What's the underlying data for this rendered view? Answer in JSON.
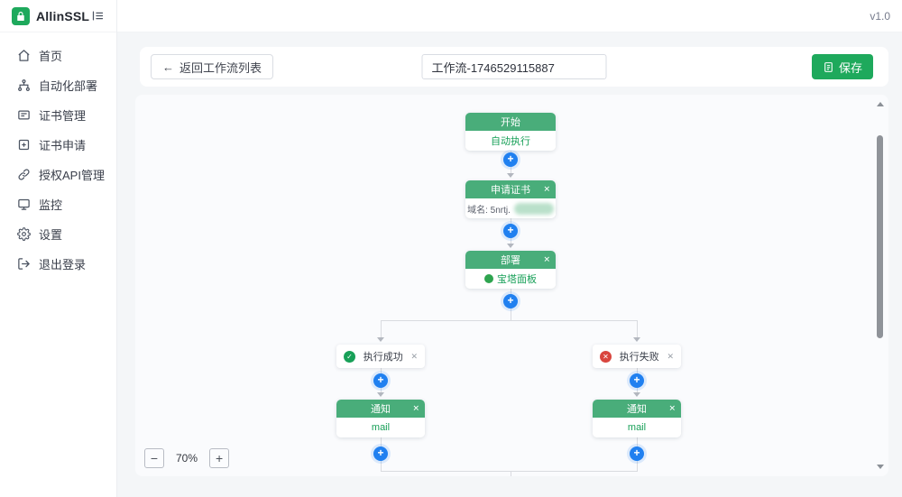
{
  "app": {
    "name": "AllinSSL",
    "version": "v1.0"
  },
  "sidebar": {
    "items": [
      {
        "id": "home",
        "label": "首页"
      },
      {
        "id": "auto-deploy",
        "label": "自动化部署"
      },
      {
        "id": "cert-manage",
        "label": "证书管理"
      },
      {
        "id": "cert-apply",
        "label": "证书申请"
      },
      {
        "id": "api-auth",
        "label": "授权API管理"
      },
      {
        "id": "monitor",
        "label": "监控"
      },
      {
        "id": "settings",
        "label": "设置"
      },
      {
        "id": "logout",
        "label": "退出登录"
      }
    ]
  },
  "toolbar": {
    "back_arrow": "←",
    "back_label": "返回工作流列表",
    "workflow_name": "工作流-1746529115887",
    "save_label": "保存"
  },
  "canvas": {
    "nodes": {
      "start": {
        "title": "开始",
        "body": "自动执行"
      },
      "apply_cert": {
        "title": "申请证书",
        "body_prefix": "域名: 5nrtj."
      },
      "deploy": {
        "title": "部署",
        "body": "宝塔面板"
      },
      "branch_success": {
        "label": "执行成功"
      },
      "branch_fail": {
        "label": "执行失败"
      },
      "notify_success": {
        "title": "通知",
        "body": "mail"
      },
      "notify_fail": {
        "title": "通知",
        "body": "mail"
      }
    },
    "icons": {
      "plus": "+",
      "close": "✕",
      "check": "✓",
      "fail": "✕",
      "minus": "−",
      "zoom_plus": "+"
    },
    "zoom_level": "70%"
  },
  "colors": {
    "accent_green": "#1ea95c",
    "node_header_green": "#49ad7a",
    "info_blue": "#2080f0",
    "success_green": "#18a058",
    "error_red": "#d9463f"
  }
}
